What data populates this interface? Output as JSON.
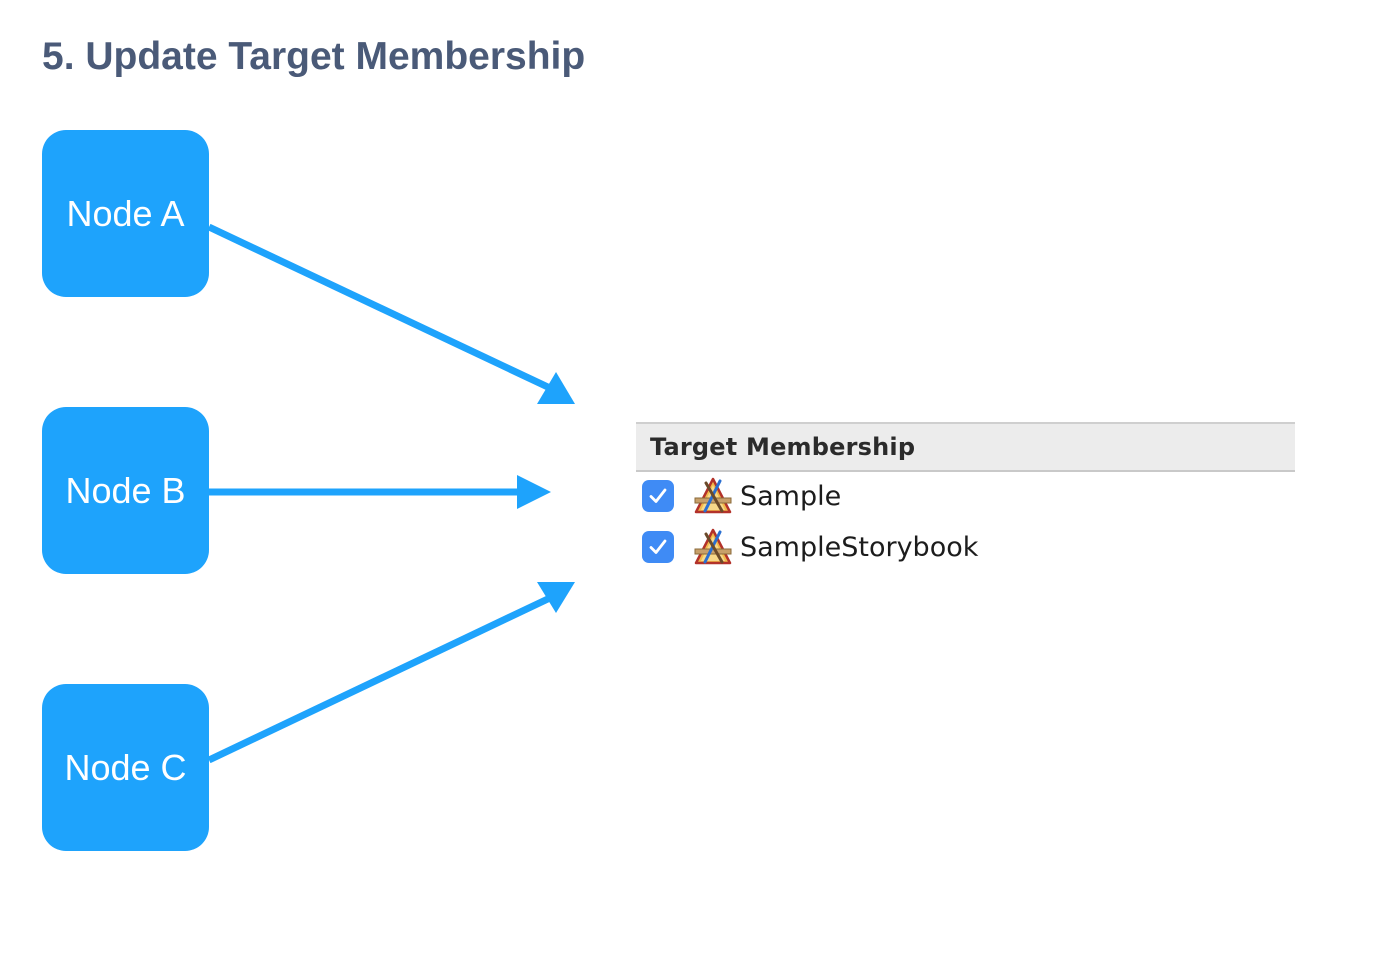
{
  "title": "5. Update Target Membership",
  "colors": {
    "title": "#4a5a78",
    "node_fill": "#1ea3fc",
    "node_text": "#ffffff",
    "arrow": "#1ea3fc",
    "checkbox": "#3f8bf5",
    "panel_header_bg": "#ececec"
  },
  "nodes": [
    {
      "label": "Node A"
    },
    {
      "label": "Node B"
    },
    {
      "label": "Node C"
    }
  ],
  "target_membership": {
    "header": "Target Membership",
    "targets": [
      {
        "name": "Sample",
        "checked": true,
        "icon": "xcode-app-icon"
      },
      {
        "name": "SampleStorybook",
        "checked": true,
        "icon": "xcode-app-icon"
      }
    ]
  }
}
